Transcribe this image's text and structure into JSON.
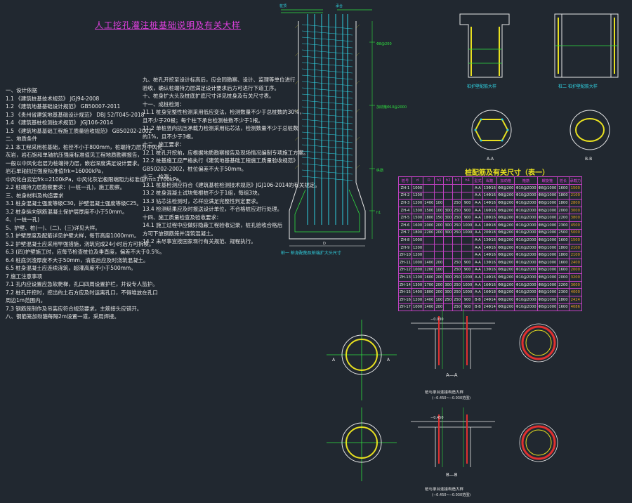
{
  "title": "人工挖孔灌注桩基础说明及有关大样",
  "notes_left": [
    "一、设计依据",
    "1.1 《建筑桩基技术规范》 JGJ94-2008",
    "1.2 《建筑地基基础设计规范》 GB50007-2011",
    "1.3 《贵州省建筑地基基础设计规范》 DBJ 52/T045-2018",
    "1.4 《建筑基桩检测技术规范》 JGJ106-2014",
    "1.5 《建筑地基基础工程施工质量验收规范》 GB50202-2002",
    "二、地质条件",
    "2.1 本工程采用桩基础，桩径不小于800mm，桩端持力层为中风化",
    "    灰岩，岩石饱和单轴抗压强度标准值见工程地质勘察报告，",
    "    一般以中风化岩层为桩端持力层，嵌岩深度满足设计要求。",
    "    岩石单轴抗压强度标准值frk=16000kPa，",
    "    中风化白云岩frk=2100kPa，中风化灰岩极限端阻力标准值fm=1700kPa。",
    "2.2 桩端持力层勘察要求：(一桩一孔)，施工勘察。",
    "三、桩身材料及构造要求",
    "3.1 桩身混凝土强度等级C30，护壁混凝土强度等级C25。",
    "3.2 桩身纵向钢筋混凝土保护层厚度不小于50mm。",
    "4、(一桩一孔)",
    "5、护壁、桩(一)、(二)、(三)详见大样。",
    "5.1 护壁厚度及配筋详见护壁大样，每节高度1000mm。",
    "5.2 护壁混凝土应采用早强措施，浇筑完成24小时后方可拆模。",
    "6.3 (四)护壁施工时，应每节检查桩位及垂直度，偏差不大于0.5%。",
    "6.4 桩底沉渣厚度不大于50mm，清底后应及时浇筑混凝土。",
    "6.5 桩身混凝土应连续浇筑，超灌高度不小于500mm。",
    "7 施工注意事项",
    "7.1 孔内应设置应急软爬梯，孔口四周设置护栏，并设专人监护。",
    "7.2 桩孔开挖时，挖出的土石方应及时运离孔口，不得堆放在孔口",
    "    周边1m范围内。",
    "7.3 钢筋笼制作及吊装应符合规范要求，主筋接头应错开。",
    "八、钢筋笼加劲箍每隔2m设置一道，采用焊接。"
  ],
  "notes_right": [
    "九、桩孔开挖至设计标高后，应会同勘察、设计、监理等单位进行",
    "    验收，确认桩端持力层满足设计要求后方可进行下道工序。",
    "十、桩身扩大头及桩底扩底尺寸详见桩身及有关尺寸表。",
    "十一、成桩检测：",
    "11.1 桩身完整性检测采用低应变法，检测数量不少于总桩数的30%，",
    "     且不少于20根；每个柱下承台检测桩数不少于1根。",
    "11.2 单桩竖向抗压承载力检测采用钻芯法，检测数量不少于总桩数",
    "     的1%，且不少于3根。",
    "十二、施工要求：",
    "12.1 桩孔开挖前，应根据地质勘察报告及现场情况编制专项施工方案。",
    "12.2 桩基施工应严格执行《建筑地基基础工程施工质量验收规范》",
    "     GB50202-2002，桩位偏差不大于50mm。",
    "十三、检测：",
    "13.1 桩基检测应符合《建筑基桩检测技术规范》JGJ106-2014的有关规定。",
    "13.2 桩身混凝土试块每根桩不少于1组，每组3块。",
    "13.3 钻芯法检测时，芯样应满足完整性判定要求。",
    "13.4 检测结果应及时报送设计单位，不合格桩应进行处理。",
    "十四、施工质量检查及验收要求：",
    "14.1 施工过程中应做好隐蔽工程验收记录，桩孔验收合格后",
    "     方可下放钢筋笼并浇筑混凝土。",
    "14.2 未尽事宜按国家现行有关规范、规程执行。"
  ],
  "drawings": {
    "pile_elevation_caption": "桩一 桩身配筋及桩端扩大头尺寸",
    "pile_section_labels": [
      "A-A",
      "B-B"
    ],
    "wall_detail_caption": "桩护壁配筋大样",
    "wall_detail2_caption": "桩二 桩护壁配筋大样",
    "section_A_caption": "A—A",
    "section_B_caption": "B—B",
    "detail_A_note": "桩与承台连接构造大样",
    "detail_A_sub": "(−0.450~−0.030范围)",
    "detail_B_note": "桩与承台连接构造大样",
    "detail_B_sub": "(−0.450~−0.030范围)",
    "dim_1": "−0.030",
    "dim_2": "−0.450"
  },
  "table": {
    "title": "桩配筋及有关尺寸（表一）",
    "header": [
      "桩号",
      "d",
      "D",
      "h1",
      "h2",
      "h3",
      "h4",
      "型式",
      "纵筋",
      "加劲箍",
      "箍筋",
      "螺旋箍",
      "桩长",
      "承载力"
    ],
    "rows": [
      [
        "ZH-1",
        "1000",
        "",
        "",
        "",
        "",
        "",
        "A-A",
        "13Φ16",
        "Φ8@200",
        "Φ10@2000",
        "Φ8@1000",
        "1600",
        "1500"
      ],
      [
        "ZH-2",
        "1200",
        "",
        "",
        "",
        "",
        "",
        "A-A",
        "14Φ16",
        "Φ8@200",
        "Φ10@2000",
        "Φ8@1000",
        "1800",
        "2100"
      ],
      [
        "ZH-3",
        "1200",
        "1400",
        "100",
        "",
        "250",
        "900",
        "A-A",
        "14Φ16",
        "Φ8@200",
        "Φ10@2000",
        "Φ8@1000",
        "1800",
        "2800"
      ],
      [
        "ZH-4",
        "1300",
        "1500",
        "100",
        "300",
        "250",
        "900",
        "A-A",
        "16Φ16",
        "Φ8@200",
        "Φ10@2000",
        "Φ8@1000",
        "2000",
        "3000"
      ],
      [
        "ZH-5",
        "1500",
        "1800",
        "150",
        "300",
        "250",
        "900",
        "A-A",
        "18Φ16",
        "Φ8@200",
        "Φ10@2000",
        "Φ8@1000",
        "2200",
        "3800"
      ],
      [
        "ZH-6",
        "1600",
        "2000",
        "200",
        "300",
        "250",
        "1000",
        "A-A",
        "18Φ18",
        "Φ8@200",
        "Φ10@2000",
        "Φ8@1000",
        "2300",
        "4500"
      ],
      [
        "ZH-7",
        "1800",
        "2200",
        "200",
        "300",
        "250",
        "1000",
        "A-A",
        "20Φ18",
        "Φ8@200",
        "Φ10@2000",
        "Φ8@1000",
        "2500",
        "5000"
      ],
      [
        "ZH-8",
        "1000",
        "",
        "",
        "",
        "",
        "",
        "A-A",
        "13Φ16",
        "Φ8@200",
        "Φ10@2000",
        "Φ8@1000",
        "1600",
        "1500"
      ],
      [
        "ZH-9",
        "1200",
        "",
        "",
        "",
        "",
        "",
        "A-A",
        "14Φ16",
        "Φ8@200",
        "Φ10@2000",
        "Φ8@1000",
        "1800",
        "2100"
      ],
      [
        "ZH-10",
        "1200",
        "",
        "",
        "",
        "",
        "",
        "A-A",
        "14Φ16",
        "Φ8@200",
        "Φ10@2000",
        "Φ8@1000",
        "1800",
        "2100"
      ],
      [
        "ZH-11",
        "1000",
        "1400",
        "200",
        "",
        "250",
        "900",
        "A-A",
        "13Φ16",
        "Φ8@200",
        "Φ10@2000",
        "Φ8@1000",
        "1600",
        "2400"
      ],
      [
        "ZH-12",
        "1000",
        "1200",
        "100",
        "",
        "250",
        "900",
        "A-A",
        "13Φ16",
        "Φ8@200",
        "Φ10@2000",
        "Φ8@1000",
        "1600",
        "2000"
      ],
      [
        "ZH-13",
        "1200",
        "1600",
        "200",
        "300",
        "250",
        "1000",
        "A-A",
        "14Φ16",
        "Φ8@200",
        "Φ10@2000",
        "Φ8@1000",
        "2000",
        "3200"
      ],
      [
        "ZH-14",
        "1300",
        "1700",
        "200",
        "300",
        "250",
        "1000",
        "A-A",
        "16Φ16",
        "Φ8@200",
        "Φ10@2000",
        "Φ8@1000",
        "2200",
        "3600"
      ],
      [
        "ZH-15",
        "1400",
        "1800",
        "200",
        "300",
        "250",
        "1000",
        "A-A",
        "16Φ18",
        "Φ8@200",
        "Φ10@2000",
        "Φ8@1000",
        "2300",
        "4000"
      ],
      [
        "ZH-16",
        "1200",
        "1400",
        "100",
        "250",
        "250",
        "900",
        "B-B",
        "24Φ14",
        "Φ8@200",
        "Φ10@2000",
        "Φ8@1000",
        "1800",
        "2424"
      ],
      [
        "ZH-17",
        "1000",
        "1400",
        "200",
        "",
        "250",
        "900",
        "B-B",
        "24Φ14",
        "Φ8@200",
        "Φ10@2000",
        "Φ8@1000",
        "1600",
        "4086"
      ]
    ]
  },
  "colors": {
    "background": "#212830",
    "title": "#e040e0",
    "text": "#e8e8e8",
    "concrete": "#e8e020",
    "rebar_cyan": "#30d0e0",
    "rebar_green": "#30e040",
    "table_border": "#c040c0",
    "hatch_red": "#e03030"
  }
}
